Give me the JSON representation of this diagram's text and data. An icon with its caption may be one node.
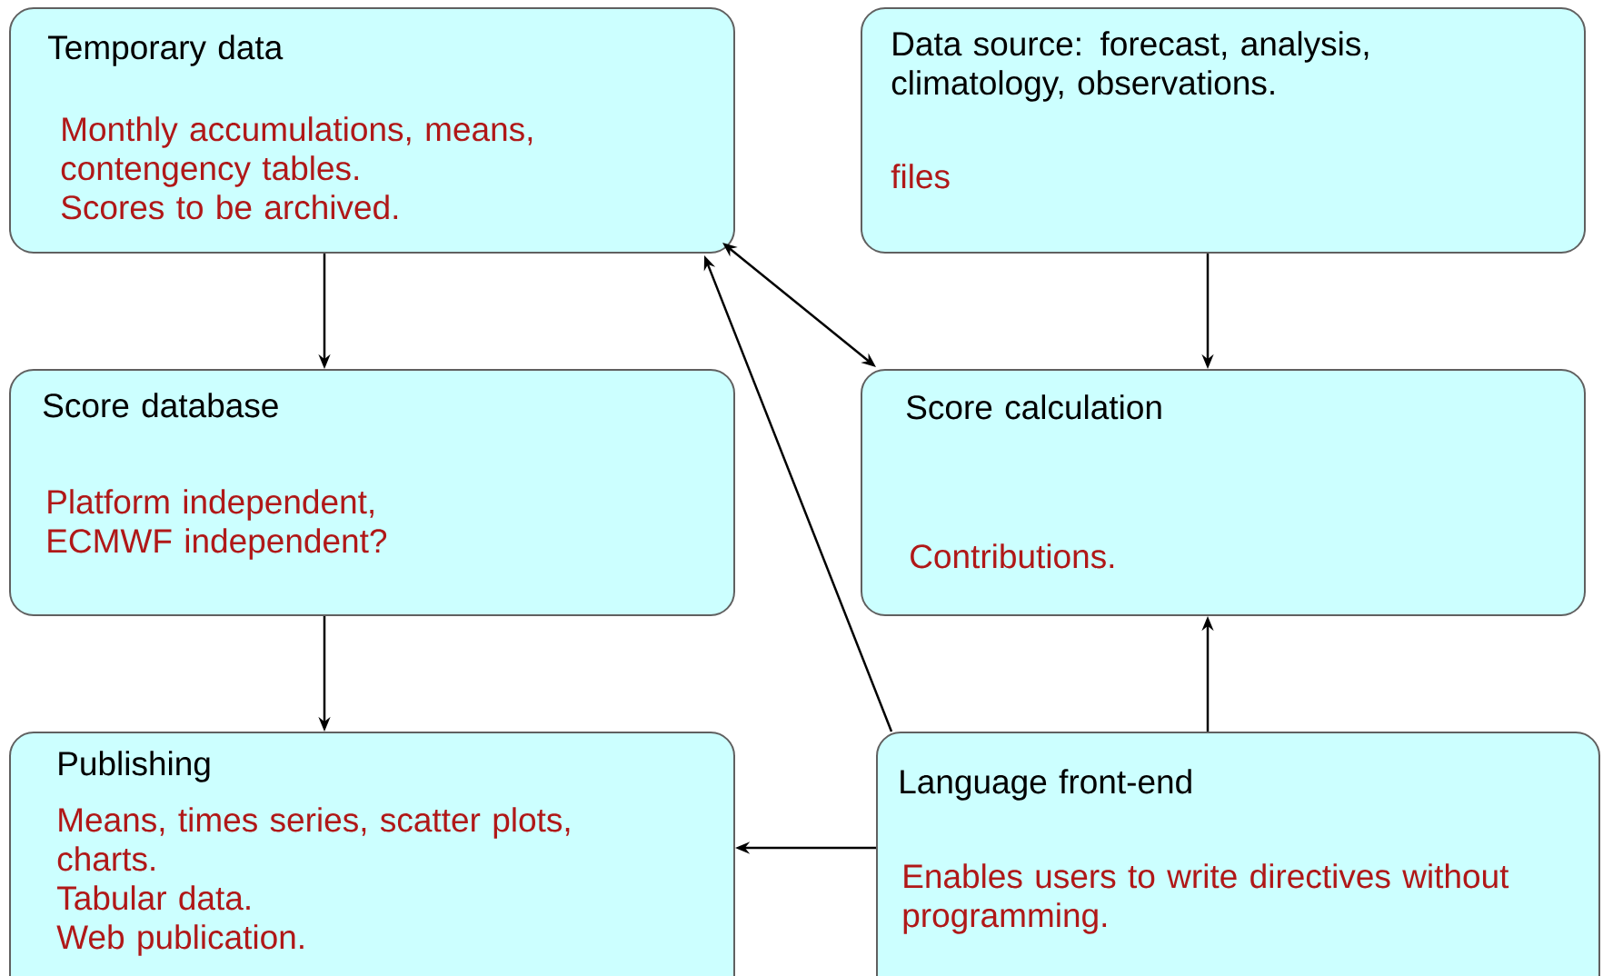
{
  "diagram": {
    "nodes": [
      {
        "text": [
          "Temporary data",
          "Monthly accumulations, means, contengency tables.",
          "Scores to be archived."
        ]
      },
      {
        "text": [
          "Data source: forecast, analysis, climatology, observations.",
          "files"
        ]
      },
      {
        "text": [
          "Score database",
          "Platform independent, ECMWF independent?"
        ]
      },
      {
        "text": [
          "Score calculation",
          "Contributions."
        ]
      },
      {
        "text": [
          "Publishing",
          "Means, times series, scatter plots, charts.",
          "Tabular data.",
          "Web publication."
        ]
      },
      {
        "text": [
          "Language front-end",
          "Enables users to write directives without programming."
        ]
      }
    ],
    "edges": [
      {
        "from": 0,
        "to": 2,
        "arrow": "to"
      },
      {
        "from": 1,
        "to": 3,
        "arrow": "to"
      },
      {
        "from": 2,
        "to": 4,
        "arrow": "to"
      },
      {
        "from": 0,
        "to": 3,
        "arrow": "both"
      },
      {
        "from": 5,
        "to": 0,
        "arrow": "to"
      },
      {
        "from": 5,
        "to": 3,
        "arrow": "to"
      },
      {
        "from": 5,
        "to": 4,
        "arrow": "to"
      }
    ]
  }
}
